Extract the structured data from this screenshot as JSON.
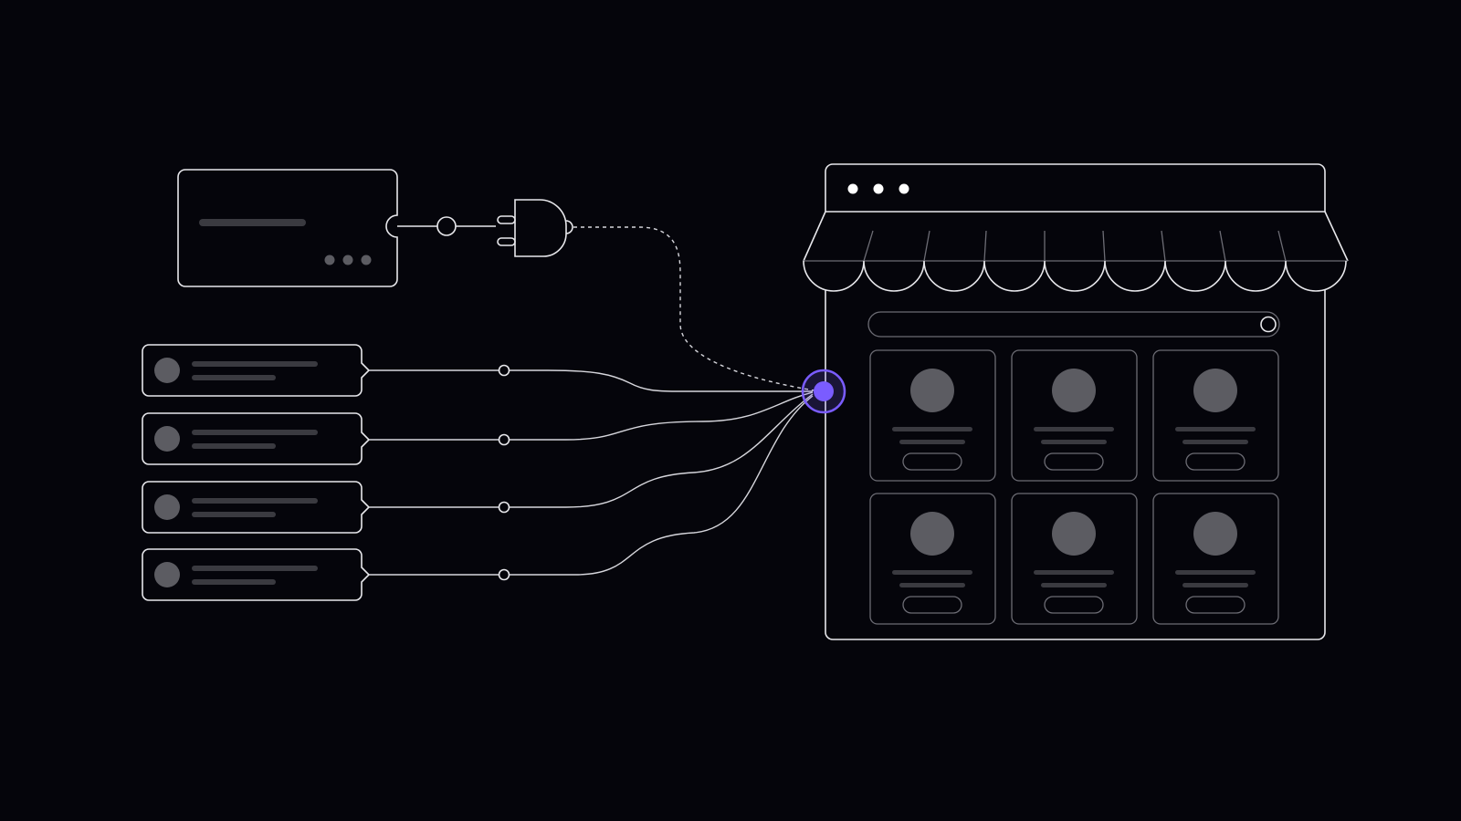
{
  "colors": {
    "background": "#05050b",
    "line": "#e8e8ec",
    "muted": "#6c6c74",
    "placeholder": "#3a3a40",
    "accent": "#7a5cff"
  },
  "diagram": {
    "source_card": {
      "icon": "card-icon",
      "menu_dots": 3
    },
    "connector": {
      "icon": "plug-icon"
    },
    "list_rows": [
      {
        "icon": "avatar-icon"
      },
      {
        "icon": "avatar-icon"
      },
      {
        "icon": "avatar-icon"
      },
      {
        "icon": "avatar-icon"
      }
    ],
    "hub": {
      "icon": "connection-node-icon"
    },
    "storefront": {
      "icon": "storefront-icon",
      "window_dots": 3,
      "awning_scallops": 9,
      "search_icon": "search-icon",
      "product_cards": 6
    }
  }
}
